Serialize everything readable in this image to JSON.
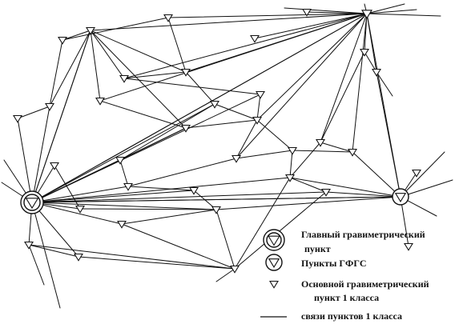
{
  "legend": {
    "main_point": "Главный гравиметрический",
    "main_point_2": "пункт",
    "ggfs_points": "Пункты ГФГС",
    "class1_point": "Основной гравиметрический",
    "class1_point_2": "пункт 1 класса",
    "links": "связи пунктов 1 класса"
  },
  "colors": {
    "ink": "#111111",
    "background": "#ffffff"
  }
}
